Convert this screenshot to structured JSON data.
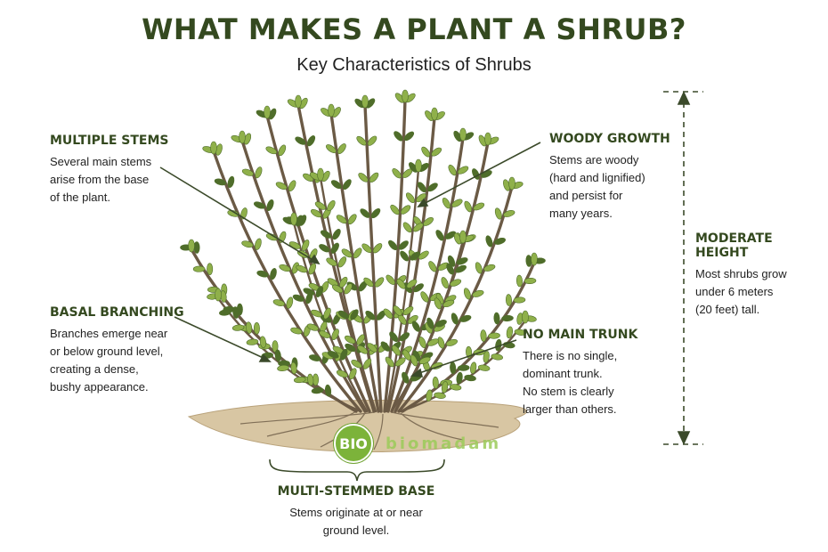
{
  "title": "WHAT MAKES A PLANT A SHRUB?",
  "subtitle": "Key Characteristics of Shrubs",
  "labels": {
    "multiple_stems": {
      "heading": "MULTIPLE STEMS",
      "lines": [
        "Several main stems",
        "arise from the base",
        "of the plant."
      ]
    },
    "woody_growth": {
      "heading": "WOODY GROWTH",
      "lines": [
        "Stems are woody",
        "(hard and lignified)",
        "and persist for",
        "many years."
      ]
    },
    "moderate_height": {
      "heading": "MODERATE HEIGHT",
      "lines": [
        "Most shrubs grow",
        "under 6 meters",
        "(20 feet) tall."
      ]
    },
    "basal_branching": {
      "heading": "BASAL BRANCHING",
      "lines": [
        "Branches emerge near",
        "or below ground level,",
        "creating a dense,",
        "bushy appearance."
      ]
    },
    "no_main_trunk": {
      "heading": "NO MAIN TRUNK",
      "lines": [
        "There is no single,",
        "dominant trunk.",
        "No stem is clearly",
        "larger than others."
      ]
    },
    "multi_stemmed_base": {
      "heading": "MULTI-STEMMED BASE",
      "lines": [
        "Stems originate at or near",
        "ground level."
      ]
    }
  },
  "watermark": {
    "badge": "BIO",
    "word": "biomadam"
  },
  "colors": {
    "heading": "#34491f",
    "stem": "#6b5a45",
    "leaf": "#8fb04a",
    "leaf_dark": "#4f6d2a",
    "soil": "#d8c6a3",
    "arrow": "#3b4a2a",
    "brand": "#7cb33a"
  }
}
